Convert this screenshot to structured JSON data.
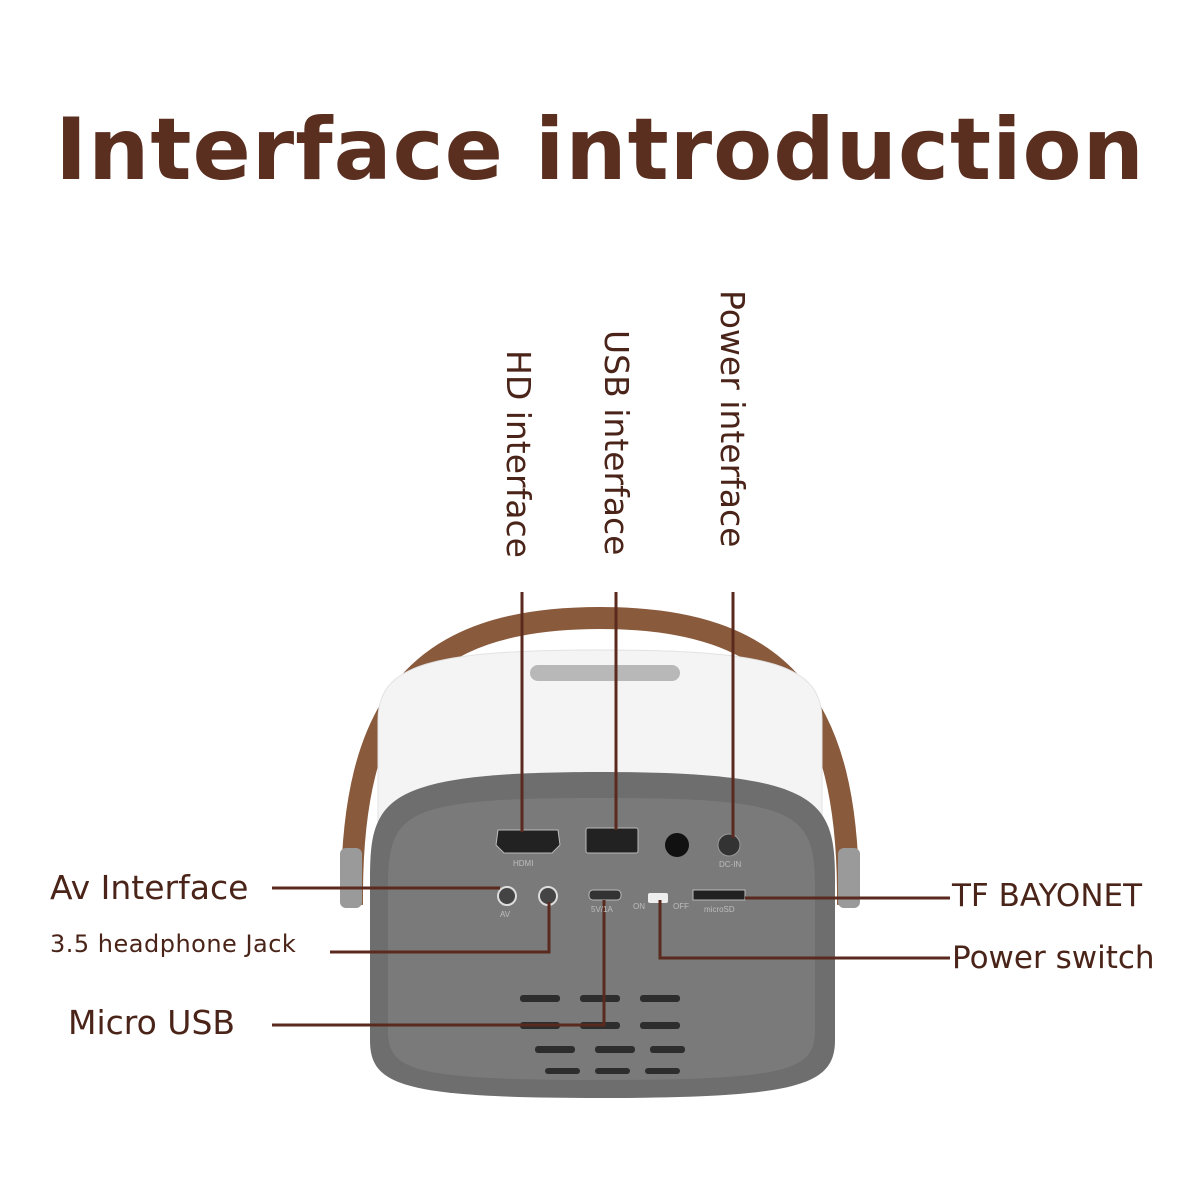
{
  "title": "Interface introduction",
  "callouts": {
    "hd": "HD interface",
    "usb": "USB interface",
    "power": "Power interface",
    "av": "Av Interface",
    "headphone": "3.5 headphone Jack",
    "micro_usb": "Micro USB",
    "tf": "TF BAYONET",
    "power_switch": "Power switch"
  },
  "device_labels": {
    "hdmi": "HDMI",
    "dcin": "DC-IN",
    "av": "AV",
    "microusb": "5V/1A",
    "on": "ON",
    "off": "OFF",
    "microsd": "microSD"
  },
  "colors": {
    "title": "#5a2f20",
    "leader": "#5b2a1e",
    "handle": "#8a5a3c",
    "body": "#6e6e6e"
  }
}
